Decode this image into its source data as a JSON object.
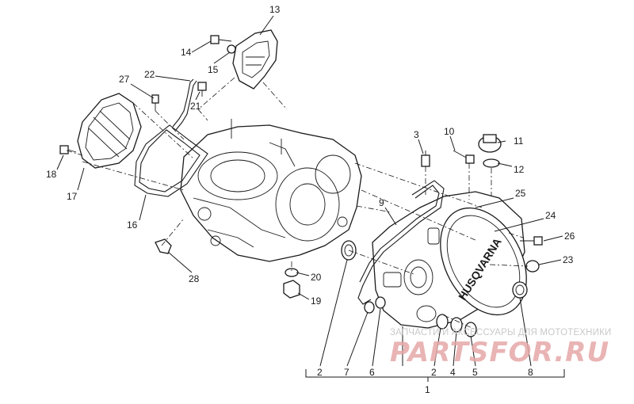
{
  "diagram": {
    "brand_text": "HUSQVARNA",
    "callouts": [
      {
        "id": "c1",
        "label": "1"
      },
      {
        "id": "c2a",
        "label": "2"
      },
      {
        "id": "c2b",
        "label": "2"
      },
      {
        "id": "c3",
        "label": "3"
      },
      {
        "id": "c4",
        "label": "4"
      },
      {
        "id": "c5",
        "label": "5"
      },
      {
        "id": "c6",
        "label": "6"
      },
      {
        "id": "c7",
        "label": "7"
      },
      {
        "id": "c8",
        "label": "8"
      },
      {
        "id": "c9",
        "label": "9"
      },
      {
        "id": "c10",
        "label": "10"
      },
      {
        "id": "c11",
        "label": "11"
      },
      {
        "id": "c12",
        "label": "12"
      },
      {
        "id": "c13",
        "label": "13"
      },
      {
        "id": "c14",
        "label": "14"
      },
      {
        "id": "c15",
        "label": "15"
      },
      {
        "id": "c16",
        "label": "16"
      },
      {
        "id": "c17",
        "label": "17"
      },
      {
        "id": "c18",
        "label": "18"
      },
      {
        "id": "c19",
        "label": "19"
      },
      {
        "id": "c20",
        "label": "20"
      },
      {
        "id": "c21",
        "label": "21"
      },
      {
        "id": "c22",
        "label": "22"
      },
      {
        "id": "c23",
        "label": "23"
      },
      {
        "id": "c24",
        "label": "24"
      },
      {
        "id": "c25",
        "label": "25"
      },
      {
        "id": "c26",
        "label": "26"
      },
      {
        "id": "c27",
        "label": "27"
      },
      {
        "id": "c28",
        "label": "28"
      }
    ]
  },
  "watermark": {
    "tagline": "ЗАПЧАСТИ И АКСЕССУАРЫ ДЛЯ МОТОТЕХНИКИ",
    "logo": "PARTSFOR.RU"
  }
}
